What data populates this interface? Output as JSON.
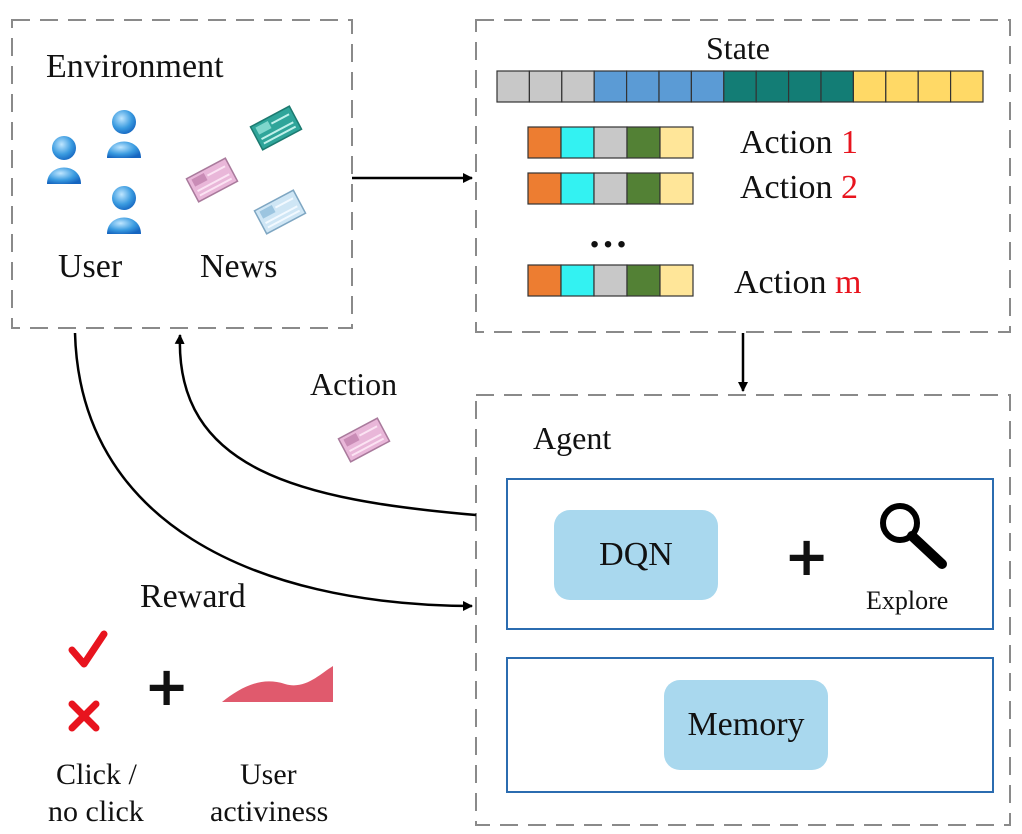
{
  "environment": {
    "title": "Environment",
    "user_label": "User",
    "news_label": "News"
  },
  "state": {
    "title": "State",
    "segment_colors": [
      "#c8c8c8",
      "#c8c8c8",
      "#c8c8c8",
      "#5b9bd5",
      "#5b9bd5",
      "#5b9bd5",
      "#5b9bd5",
      "#137d75",
      "#137d75",
      "#137d75",
      "#137d75",
      "#ffd966",
      "#ffd966",
      "#ffd966",
      "#ffd966"
    ]
  },
  "actions": {
    "word": "Action",
    "items": [
      {
        "index": "1"
      },
      {
        "index": "2"
      },
      {
        "index": "m"
      }
    ],
    "ellipsis": "…",
    "segment_colors": [
      "#ed7d31",
      "#33f2f2",
      "#c8c8c8",
      "#538135",
      "#ffe699"
    ]
  },
  "arrows": {
    "action_label": "Action",
    "reward_label": "Reward"
  },
  "agent": {
    "title": "Agent",
    "dqn_label": "DQN",
    "plus": "+",
    "explore_label": "Explore",
    "memory_label": "Memory"
  },
  "reward": {
    "plus": "+",
    "click_label_line1": "Click /",
    "click_label_line2": "no click",
    "activeness_line1": "User",
    "activeness_line2": "activiness"
  },
  "colors": {
    "dash": "#8a8a8a",
    "agent_border": "#2b6cb0",
    "pill": "#a9d8ee",
    "accent_red": "#e8141e",
    "activeness_fill": "#e05a6d"
  }
}
